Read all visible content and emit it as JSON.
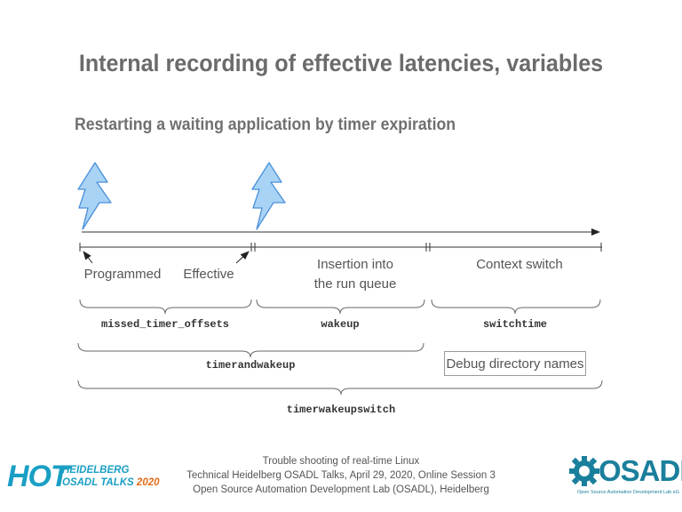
{
  "slide": {
    "title": "Internal recording of effective latencies, variables",
    "subtitle": "Restarting a waiting application by timer expiration"
  },
  "diagram": {
    "phase_labels": {
      "programmed": "Programmed",
      "effective": "Effective",
      "insertion_line1": "Insertion into",
      "insertion_line2": "the run queue",
      "context_switch": "Context switch"
    },
    "variables": {
      "missed_timer_offsets": "missed_timer_offsets",
      "wakeup": "wakeup",
      "switchtime": "switchtime",
      "timerandwakeup": "timerandwakeup",
      "timerwakeupswitch": "timerwakeupswitch"
    },
    "legend_box": "Debug directory names",
    "colors": {
      "lightning": "#a9d3f5",
      "lightning_stroke": "#4a90d9",
      "axis": "#333333"
    }
  },
  "footer": {
    "line1": "Trouble shooting of real-time Linux",
    "line2": "Technical Heidelberg OSADL Talks, April 29, 2020, Online Session 3",
    "line3": "Open Source Automation Development Lab (OSADL), Heidelberg"
  },
  "logos": {
    "hot_big": "HOT",
    "hot_line1": "HEIDELBERG",
    "hot_line2": "OSADL TALKS",
    "hot_year": "2020",
    "osadl_name": "OSADL",
    "osadl_subtitle": "Open Source Automation Development Lab eG",
    "colors": {
      "hot_blue": "#1a9fc4",
      "hot_orange": "#e36b1a",
      "osadl_teal": "#1a7f9c"
    }
  }
}
